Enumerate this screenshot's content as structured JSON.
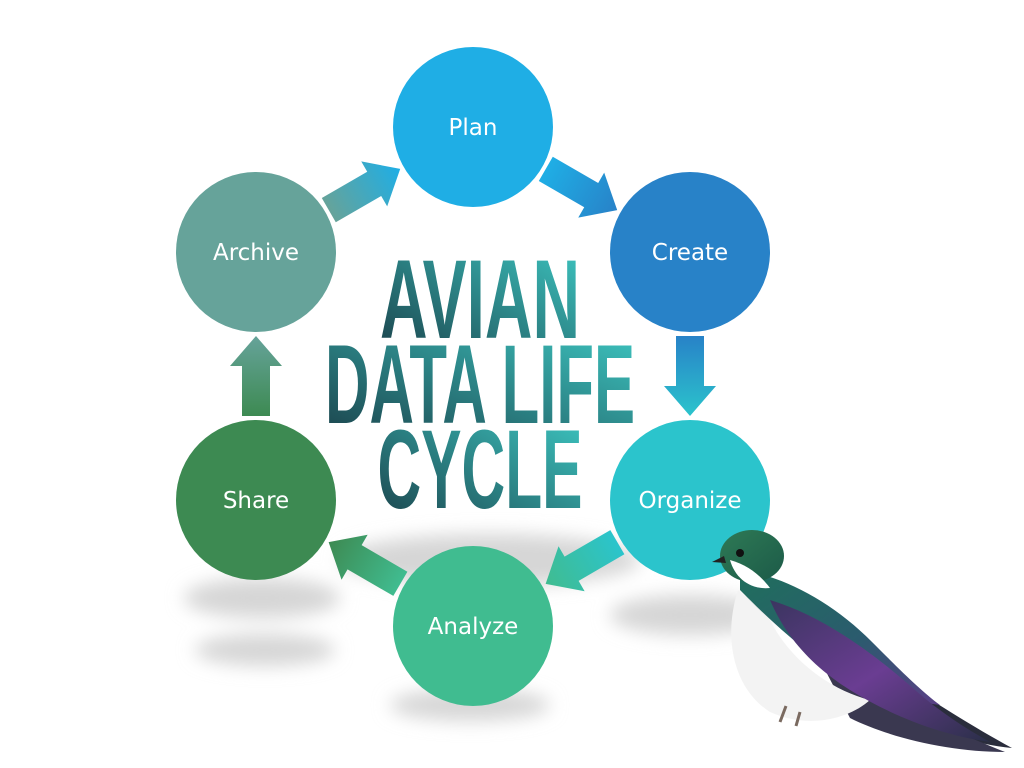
{
  "title": {
    "lines": [
      "AVIAN",
      "DATA LIFE",
      "CYCLE"
    ],
    "gradient": [
      "#3ec9c4",
      "#1a3f48"
    ]
  },
  "cycle": [
    {
      "id": "plan",
      "label": "Plan",
      "color": "#1faee5"
    },
    {
      "id": "create",
      "label": "Create",
      "color": "#2882c8"
    },
    {
      "id": "organize",
      "label": "Organize",
      "color": "#2bc4cc"
    },
    {
      "id": "analyze",
      "label": "Analyze",
      "color": "#40bc90"
    },
    {
      "id": "share",
      "label": "Share",
      "color": "#3d8a52"
    },
    {
      "id": "archive",
      "label": "Archive",
      "color": "#66a39a"
    }
  ],
  "arrows": [
    {
      "id": "plan-to-create",
      "from": "plan",
      "to": "create",
      "color_start": "#1faee5",
      "color_end": "#2882c8"
    },
    {
      "id": "create-to-organize",
      "from": "create",
      "to": "organize",
      "color_start": "#2882c8",
      "color_end": "#2bc4cc"
    },
    {
      "id": "organize-to-analyze",
      "from": "organize",
      "to": "analyze",
      "color_start": "#2bc4cc",
      "color_end": "#40bc90"
    },
    {
      "id": "analyze-to-share",
      "from": "analyze",
      "to": "share",
      "color_start": "#40bc90",
      "color_end": "#3d8a52"
    },
    {
      "id": "share-to-archive",
      "from": "share",
      "to": "archive",
      "color_start": "#3d8a52",
      "color_end": "#66a39a"
    },
    {
      "id": "archive-to-plan",
      "from": "archive",
      "to": "plan",
      "color_start": "#66a39a",
      "color_end": "#1faee5"
    }
  ],
  "illustration": {
    "icon": "swallow-bird-icon"
  }
}
